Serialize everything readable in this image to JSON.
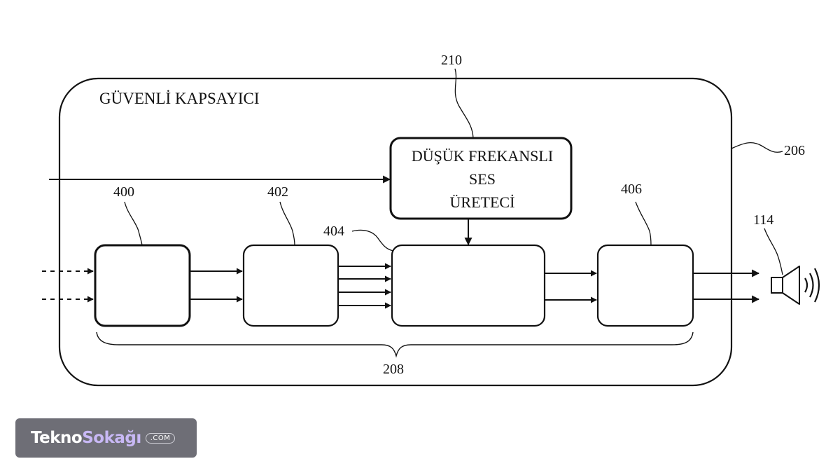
{
  "container": {
    "title": "GÜVENLİ KAPSAYICI",
    "ref": "206"
  },
  "generator": {
    "lines": [
      "DÜŞÜK FREKANSLI",
      "SES",
      "ÜRETECİ"
    ],
    "ref": "210"
  },
  "blocks": [
    {
      "ref": "400"
    },
    {
      "ref": "402"
    },
    {
      "ref": "404"
    },
    {
      "ref": "406"
    }
  ],
  "group_ref": "208",
  "speaker_ref": "114",
  "watermark": {
    "part1": "Tekno",
    "part2": "Sokağı",
    "suffix": ".COM"
  }
}
